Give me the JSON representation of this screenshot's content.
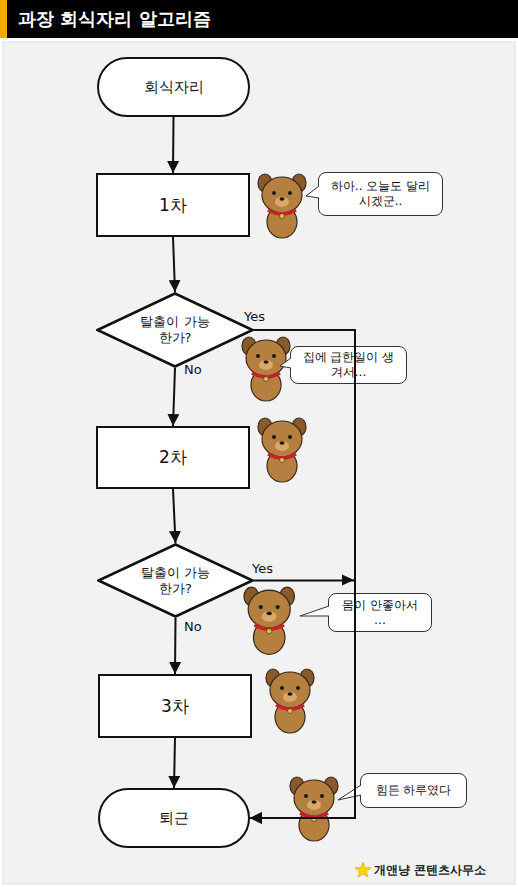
{
  "diagram": {
    "title": "과장 회식자리 알고리즘",
    "nodes": [
      {
        "text": [
          "회식자리"
        ]
      },
      {
        "text": [
          "1차"
        ]
      },
      {
        "text": [
          "하아.. 오늘도 달리시겠군.."
        ]
      },
      {
        "text": [
          "탈출이 가능한가?"
        ]
      },
      {
        "text": [
          "집에 급한일이 생겨서…"
        ]
      },
      {
        "text": [
          "2차"
        ]
      },
      {
        "text": [
          "탈출이 가능한가?"
        ]
      },
      {
        "text": [
          "몸이 안좋아서 …"
        ]
      },
      {
        "text": [
          "3차"
        ]
      },
      {
        "text": [
          "퇴근"
        ]
      },
      {
        "text": [
          "힘든 하루였다"
        ]
      }
    ],
    "edges": [
      {
        "from": 0,
        "to": 1,
        "arrow": "to"
      },
      {
        "from": 1,
        "to": 3,
        "arrow": "to"
      },
      {
        "from": 3,
        "to": 5,
        "label": "No",
        "arrow": "to"
      },
      {
        "from": 3,
        "to": 9,
        "label": "Yes",
        "arrow": "to"
      },
      {
        "from": 5,
        "to": 6,
        "arrow": "to"
      },
      {
        "from": 6,
        "to": 8,
        "label": "No",
        "arrow": "to"
      },
      {
        "from": 6,
        "to": 9,
        "label": "Yes",
        "arrow": "to"
      },
      {
        "from": 8,
        "to": 9,
        "arrow": "to"
      }
    ],
    "labels": [
      "개앤냥 콘텐츠사무소"
    ]
  }
}
